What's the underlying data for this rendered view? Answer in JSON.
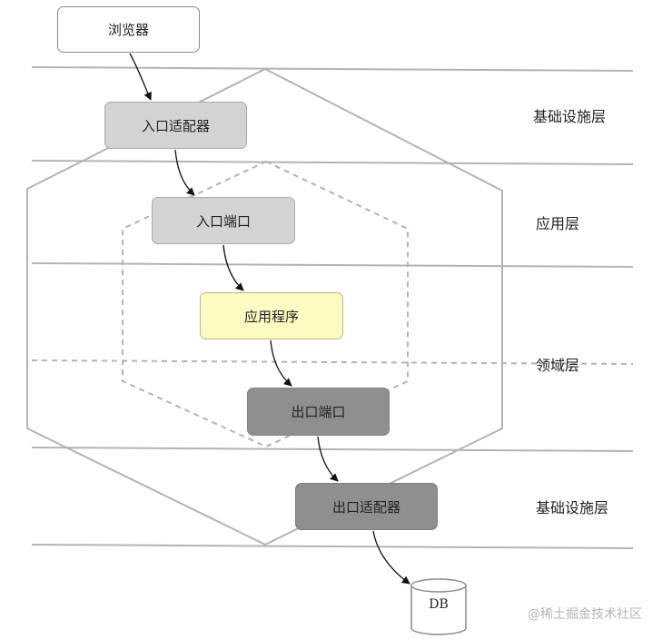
{
  "nodes": {
    "browser": "浏览器",
    "entry_adapter": "入口适配器",
    "entry_port": "入口端口",
    "application": "应用程序",
    "exit_port": "出口端口",
    "exit_adapter": "出口适配器",
    "database": "DB"
  },
  "layers": {
    "infrastructure_top": "基础设施层",
    "application": "应用层",
    "domain": "领域层",
    "infrastructure_bottom": "基础设施层"
  },
  "watermark": "@稀土掘金技术社区",
  "colors": {
    "line": "#b3b3b3",
    "arrow": "#111111",
    "entry_fill": "#d3d3d3",
    "application_fill": "#fdfbc2",
    "exit_fill": "#8f8f8f"
  }
}
